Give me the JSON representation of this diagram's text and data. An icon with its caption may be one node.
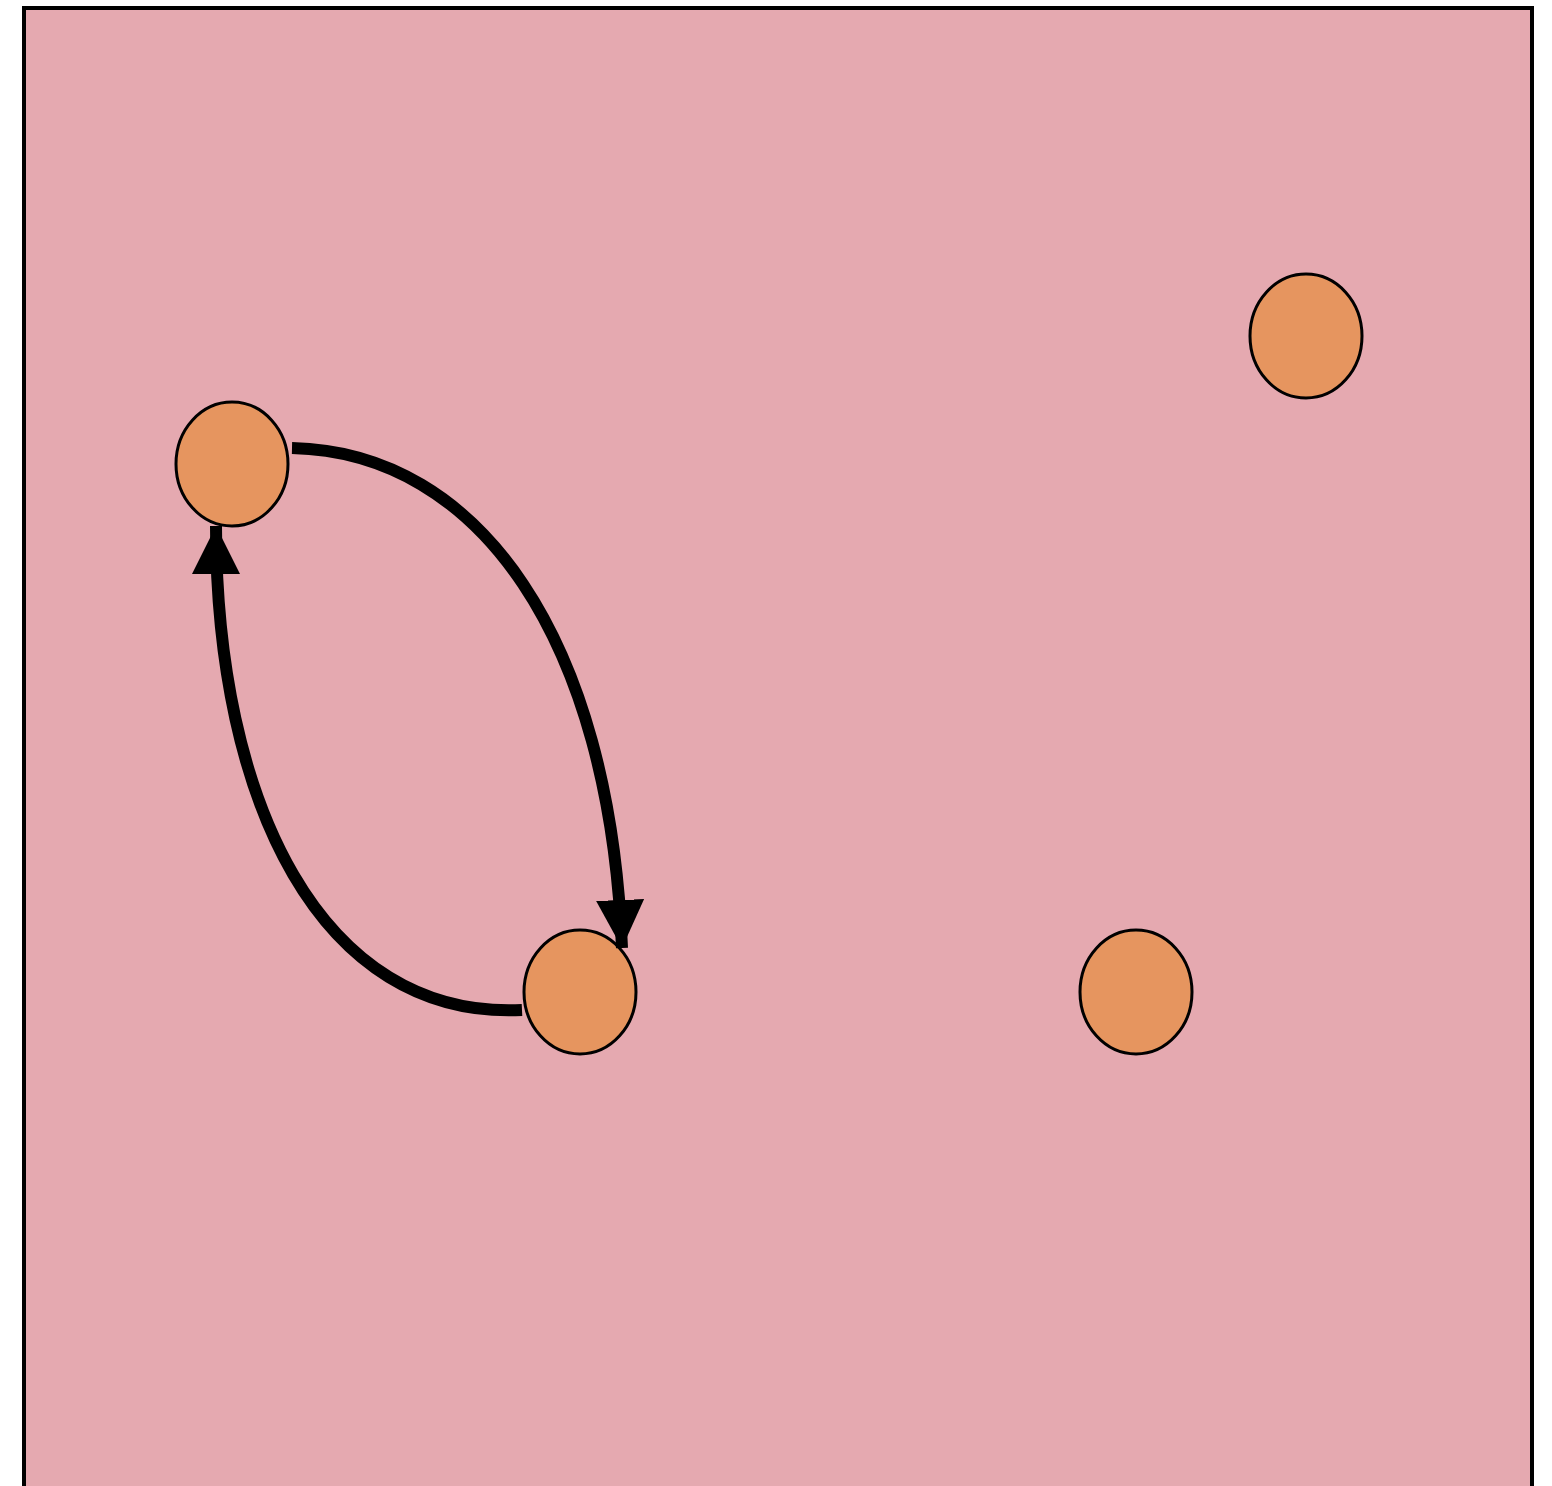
{
  "diagram": {
    "nodes": [
      {
        "text": [],
        "shape": "circle"
      },
      {
        "text": [],
        "shape": "circle"
      },
      {
        "text": [],
        "shape": "circle"
      },
      {
        "text": [],
        "shape": "circle"
      }
    ],
    "edges": [
      {
        "from": 1,
        "to": 2,
        "arrow": "to"
      },
      {
        "from": 2,
        "to": 1,
        "arrow": "to"
      }
    ]
  }
}
